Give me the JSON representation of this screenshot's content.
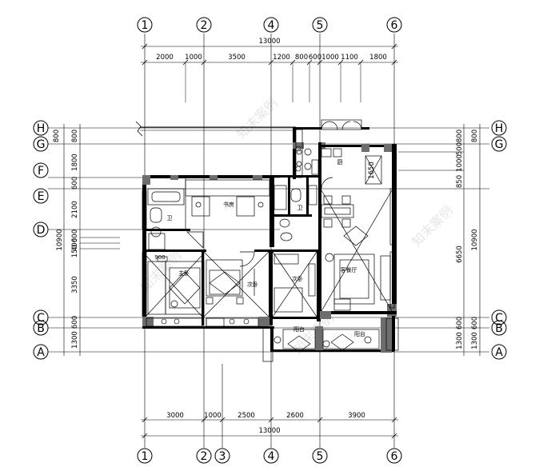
{
  "grid": {
    "columns": [
      "1",
      "2",
      "3",
      "4",
      "5",
      "6"
    ],
    "rows": [
      "A",
      "B",
      "C",
      "D",
      "E",
      "F",
      "G",
      "H"
    ]
  },
  "dimensions": {
    "top_total": "13000",
    "top_segments": [
      "2000",
      "1000",
      "3500",
      "1200",
      "800",
      "600",
      "1000",
      "1100",
      "1800"
    ],
    "bottom_total": "13000",
    "bottom_segments": [
      "3000",
      "1000",
      "2500",
      "2600",
      "3900"
    ],
    "left_total": "10900",
    "left_segments": [
      "800",
      "800",
      "1800",
      "600",
      "2100",
      "600",
      "400",
      "150",
      "3350",
      "600",
      "1300"
    ],
    "right_outer_total": "10900",
    "right_inner_total": "6650",
    "right_segments": [
      "800",
      "800",
      "500",
      "1000",
      "850",
      "600",
      "1300"
    ],
    "kitchen_dim": "1650"
  },
  "rooms": {
    "study": "书房",
    "bath_a": "卫",
    "bath_b": "卫",
    "master": "主卧",
    "second_1": "次卧",
    "second_2": "次卧",
    "kitchen": "厨",
    "living": "客餐厅",
    "balcony_1": "阳台",
    "balcony_2": "阳台",
    "bed_label": "900"
  },
  "watermark": [
    "知末案例",
    "知末案例",
    "知末案例",
    "知末案例"
  ]
}
